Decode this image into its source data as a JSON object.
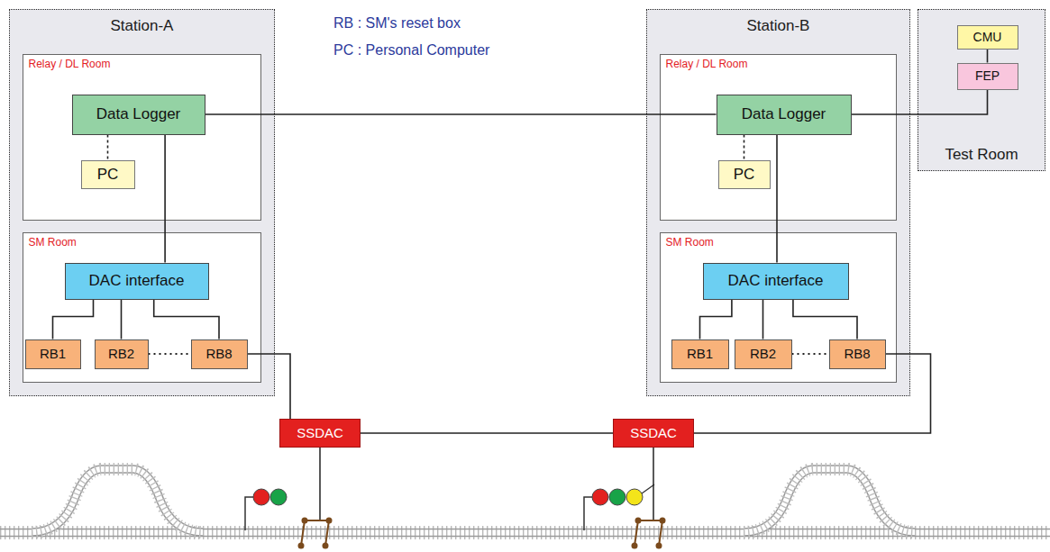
{
  "diagram": {
    "nodes": [
      {
        "text": [
          "Station-A"
        ]
      },
      {
        "text": [
          "Relay / DL Room"
        ],
        "in": 0
      },
      {
        "text": [
          "Data Logger"
        ],
        "in": 1
      },
      {
        "text": [
          "PC"
        ],
        "in": 1
      },
      {
        "text": [
          "SM Room"
        ],
        "in": 0
      },
      {
        "text": [
          "DAC interface"
        ],
        "in": 4
      },
      {
        "text": [
          "RB1"
        ],
        "in": 4
      },
      {
        "text": [
          "RB2"
        ],
        "in": 4
      },
      {
        "text": [
          "RB8"
        ],
        "in": 4
      },
      {
        "text": [
          "Station-B"
        ]
      },
      {
        "text": [
          "Relay / DL Room"
        ],
        "in": 9
      },
      {
        "text": [
          "Data Logger"
        ],
        "in": 10
      },
      {
        "text": [
          "PC"
        ],
        "in": 10
      },
      {
        "text": [
          "SM Room"
        ],
        "in": 9
      },
      {
        "text": [
          "DAC interface"
        ],
        "in": 13
      },
      {
        "text": [
          "RB1"
        ],
        "in": 13
      },
      {
        "text": [
          "RB2"
        ],
        "in": 13
      },
      {
        "text": [
          "RB8"
        ],
        "in": 13
      },
      {
        "text": [
          "Test Room"
        ]
      },
      {
        "text": [
          "CMU"
        ],
        "in": 18
      },
      {
        "text": [
          "FEP"
        ],
        "in": 18
      },
      {
        "text": [
          "SSDAC"
        ]
      },
      {
        "text": [
          "SSDAC"
        ]
      }
    ],
    "edges": [
      {
        "from": 2,
        "to": 3,
        "arrow": "none"
      },
      {
        "from": 2,
        "to": 5,
        "arrow": "none"
      },
      {
        "from": 5,
        "to": 6,
        "arrow": "none"
      },
      {
        "from": 5,
        "to": 7,
        "arrow": "none"
      },
      {
        "from": 5,
        "to": 8,
        "arrow": "none"
      },
      {
        "from": 7,
        "to": 8,
        "arrow": "none"
      },
      {
        "from": 2,
        "to": 11,
        "arrow": "none"
      },
      {
        "from": 11,
        "to": 12,
        "arrow": "none"
      },
      {
        "from": 11,
        "to": 14,
        "arrow": "none"
      },
      {
        "from": 14,
        "to": 15,
        "arrow": "none"
      },
      {
        "from": 14,
        "to": 16,
        "arrow": "none"
      },
      {
        "from": 14,
        "to": 17,
        "arrow": "none"
      },
      {
        "from": 16,
        "to": 17,
        "arrow": "none"
      },
      {
        "from": 11,
        "to": 20,
        "arrow": "none"
      },
      {
        "from": 19,
        "to": 20,
        "arrow": "none"
      },
      {
        "from": 8,
        "to": 21,
        "arrow": "none"
      },
      {
        "from": 21,
        "to": 22,
        "arrow": "none"
      },
      {
        "from": 17,
        "to": 22,
        "arrow": "none"
      }
    ],
    "labels": [
      "RB : SM's reset box",
      "PC : Personal Computer"
    ]
  }
}
